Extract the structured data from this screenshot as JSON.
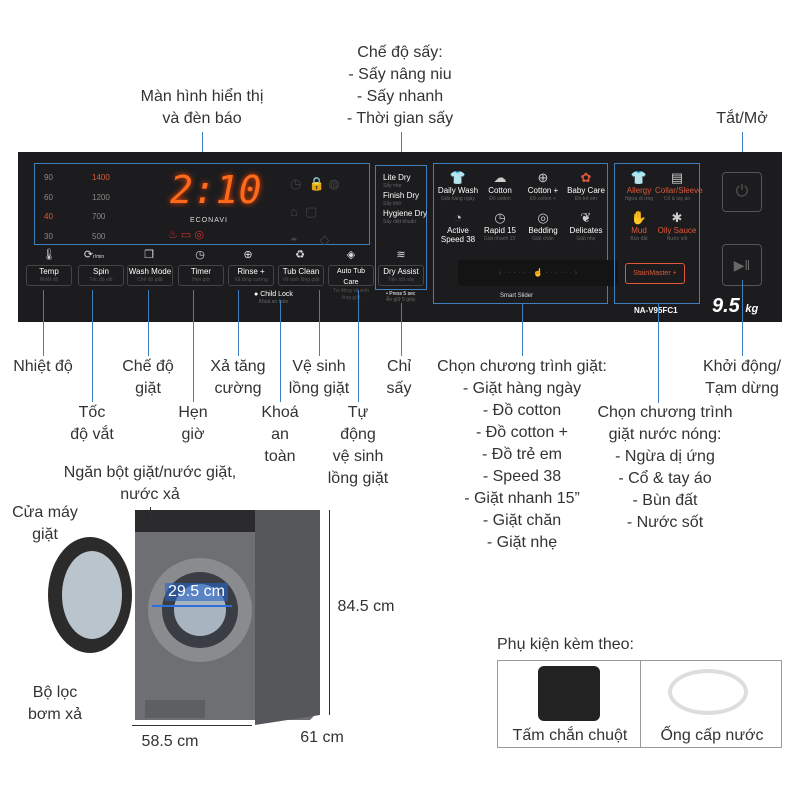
{
  "top": {
    "display_label": [
      "Màn hình hiển thị",
      "và đèn báo"
    ],
    "dry_modes": [
      "Chế độ sấy:",
      "- Sấy nâng niu",
      "- Sấy nhanh",
      "- Thời gian sấy"
    ],
    "power": "Tắt/Mở"
  },
  "panel": {
    "temps": [
      "90",
      "60",
      "40",
      "30"
    ],
    "spins": [
      "1400",
      "1200",
      "700",
      "500"
    ],
    "time": "2:10",
    "econavi": "ECONAVI",
    "buttons": [
      {
        "label": "Temp",
        "sub": "Nhiệt độ"
      },
      {
        "label": "Spin",
        "sub": "Tốc độ vắt"
      },
      {
        "label": "Wash Mode",
        "sub": "Chế độ giặt"
      },
      {
        "label": "Timer",
        "sub": "Hẹn giờ"
      },
      {
        "label": "Rinse +",
        "sub": "Xả tăng cường"
      },
      {
        "label": "Tub Clean",
        "sub": "Vệ sinh lồng giặt"
      },
      {
        "label": "Auto Tub Care",
        "sub": "Tự động vệ sinh lồng giặt"
      },
      {
        "label": "Dry Assist",
        "sub": "Tiện ích sấy"
      }
    ],
    "spin_unit": "r/min",
    "child_lock": "Child Lock",
    "child_lock_sub": "Khoá an toàn",
    "press5": "• Press 5 sec",
    "press5_sub": "Ấn giữ 5 giây",
    "dry": [
      {
        "label": "Lite Dry",
        "sub": "Sấy nhẹ"
      },
      {
        "label": "Finish Dry",
        "sub": "Sấy khô"
      },
      {
        "label": "Hygiene Dry",
        "sub": "Sấy diệt khuẩn"
      }
    ],
    "programs": [
      {
        "label": "Daily Wash",
        "sub": "Giặt hàng ngày"
      },
      {
        "label": "Cotton",
        "sub": "Đồ cotton"
      },
      {
        "label": "Cotton +",
        "sub": "Đồ cotton +"
      },
      {
        "label": "Baby Care",
        "sub": "Đồ trẻ em"
      },
      {
        "label": "Active Speed 38",
        "sub": ""
      },
      {
        "label": "Rapid 15",
        "sub": "Giặt nhanh 15'"
      },
      {
        "label": "Bedding",
        "sub": "Giặt chăn"
      },
      {
        "label": "Delicates",
        "sub": "Giặt nhẹ"
      }
    ],
    "smart_slider": "Smart Slider",
    "hot": [
      {
        "label": "Allergy",
        "sub": "Ngừa dị ứng"
      },
      {
        "label": "Collar/Sleeve",
        "sub": "Cổ & tay áo"
      },
      {
        "label": "Mud",
        "sub": "Bùn đất"
      },
      {
        "label": "Oily Sauce",
        "sub": "Nước sốt"
      }
    ],
    "stainmaster": "StainMaster +",
    "model": "NA-V95FC1",
    "capacity": "9.5",
    "capacity_unit": "kg",
    "accent": "#e2573a",
    "line_color": "#3f7fbf"
  },
  "bottom": {
    "temp": "Nhiệt độ",
    "spin": [
      "Tốc",
      "độ vắt"
    ],
    "wash_mode": [
      "Chế độ",
      "giặt"
    ],
    "timer": [
      "Hẹn",
      "giờ"
    ],
    "rinse": [
      "Xả tăng",
      "cường"
    ],
    "child_lock": [
      "Khoá",
      "an",
      "toàn"
    ],
    "tub_clean": [
      "Vệ sinh",
      "lồng giặt"
    ],
    "auto_tub": [
      "Tự",
      "động",
      "vệ sinh",
      "lồng giặt"
    ],
    "dry_only": [
      "Chỉ",
      "sấy"
    ],
    "programs": [
      "Chọn chương trình giặt:",
      "- Giặt hàng ngày",
      "- Đồ cotton",
      "- Đồ cotton +",
      "- Đồ trẻ em",
      "- Speed 38",
      "- Giặt nhanh 15”",
      "- Giặt chăn",
      "- Giặt nhẹ"
    ],
    "hot_programs": [
      "Chọn chương trình",
      "giặt nước nóng:",
      "- Ngừa dị ứng",
      "- Cổ & tay áo",
      "- Bùn đất",
      "- Nước sốt"
    ],
    "start": [
      "Khởi động/",
      "Tạm dừng"
    ]
  },
  "machine": {
    "drawer": [
      "Ngăn bột giặt/nước giặt,",
      "nước xả"
    ],
    "door": [
      "Cửa máy",
      "giặt"
    ],
    "door_dia": "29.5 cm",
    "height": "84.5 cm",
    "filter": [
      "Bộ lọc",
      "bơm xả"
    ],
    "width": "58.5 cm",
    "depth": "61 cm"
  },
  "accessories": {
    "title": "Phụ kiện kèm theo:",
    "items": [
      "Tấm chắn chuột",
      "Ống cấp nước"
    ]
  }
}
